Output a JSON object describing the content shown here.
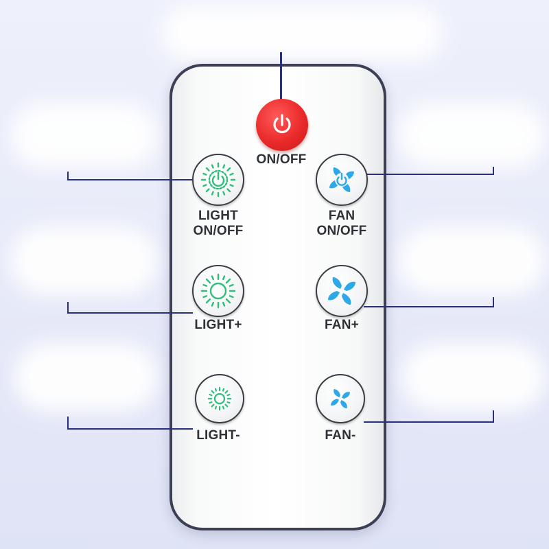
{
  "remote": {
    "power": {
      "label": "ON/OFF",
      "icon": "power-icon",
      "color": "#e82626"
    },
    "light_on_off": {
      "label_line1": "LIGHT",
      "label_line2": "ON/OFF",
      "icon": "light-power-icon",
      "color": "#2fbf7a"
    },
    "fan_on_off": {
      "label_line1": "FAN",
      "label_line2": "ON/OFF",
      "icon": "fan-power-icon",
      "color": "#2ea8e6"
    },
    "light_plus": {
      "label": "LIGHT+",
      "icon": "sun-large-icon",
      "color": "#2fbf7a"
    },
    "fan_plus": {
      "label": "FAN+",
      "icon": "fan-large-icon",
      "color": "#2ea8e6"
    },
    "light_minus": {
      "label": "LIGHT-",
      "icon": "sun-small-icon",
      "color": "#2fbf7a"
    },
    "fan_minus": {
      "label": "FAN-",
      "icon": "fan-small-icon",
      "color": "#2ea8e6"
    }
  }
}
